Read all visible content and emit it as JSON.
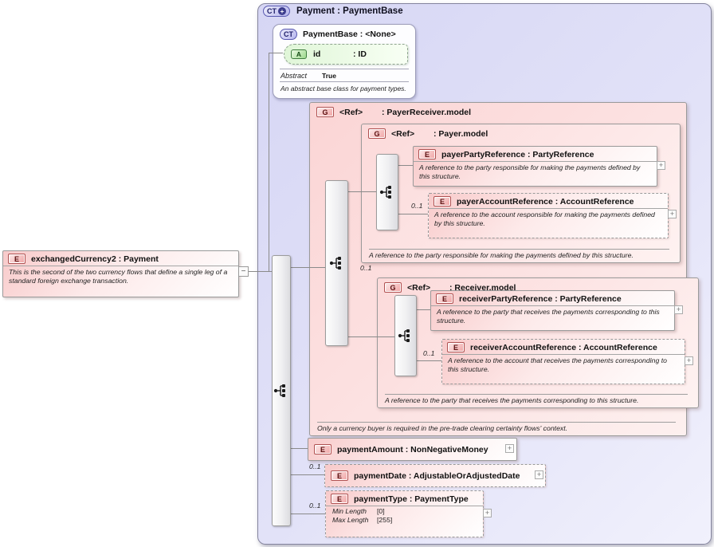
{
  "glyphs": {
    "collapse": "−",
    "expand": "+"
  },
  "badges": {
    "complextype": "CT",
    "attribute": "A",
    "element": "E",
    "group": "G",
    "plus": "+"
  },
  "root": {
    "title": "Payment : PaymentBase"
  },
  "base": {
    "title": "PaymentBase : <None>",
    "attribute": {
      "name": "id",
      "type": ": ID"
    },
    "abstract_label": "Abstract",
    "abstract_value": "True",
    "description": "An abstract base class for payment types."
  },
  "external": {
    "title": "exchangedCurrency2 : Payment",
    "description": "This is the second of the two currency flows that define a single leg of a standard foreign exchange transaction."
  },
  "groups": {
    "payer_receiver": {
      "name": "<Ref>",
      "type": ": PayerReceiver.model",
      "footer": "Only a currency buyer is required in the pre-trade clearing certainty flows' context."
    },
    "payer": {
      "name": "<Ref>",
      "type": ": Payer.model",
      "footer": "A reference to the party responsible for making the payments defined by this structure."
    },
    "receiver": {
      "name": "<Ref>",
      "type": ": Receiver.model",
      "footer": "A reference to the party that receives the payments corresponding to this structure.",
      "occurrence": "0..1"
    }
  },
  "elements": {
    "payer_party": {
      "title": "payerPartyReference : PartyReference",
      "description": "A reference to the party responsible for making the payments defined by this structure."
    },
    "payer_account": {
      "title": "payerAccountReference : AccountReference",
      "description": "A reference to the account responsible for making the payments defined by this structure.",
      "occurrence": "0..1"
    },
    "receiver_party": {
      "title": "receiverPartyReference : PartyReference",
      "description": "A reference to the party that receives the payments corresponding to this structure."
    },
    "receiver_account": {
      "title": "receiverAccountReference : AccountReference",
      "description": "A reference to the account that receives the payments corresponding to this structure.",
      "occurrence": "0..1"
    },
    "payment_amount": {
      "title": "paymentAmount : NonNegativeMoney"
    },
    "payment_date": {
      "title": "paymentDate : AdjustableOrAdjustedDate",
      "occurrence": "0..1"
    },
    "payment_type": {
      "title": "paymentType : PaymentType",
      "occurrence": "0..1",
      "facets": {
        "min": {
          "label": "Min Length",
          "value": "[0]"
        },
        "max": {
          "label": "Max Length",
          "value": "[255]"
        }
      }
    }
  },
  "colors": {
    "container": "#dcdcf6",
    "group_pink": "#fbd6d6",
    "element_pink": "#f6baba",
    "attribute_green": "#cdeec0",
    "line": "#8a8a8a"
  }
}
